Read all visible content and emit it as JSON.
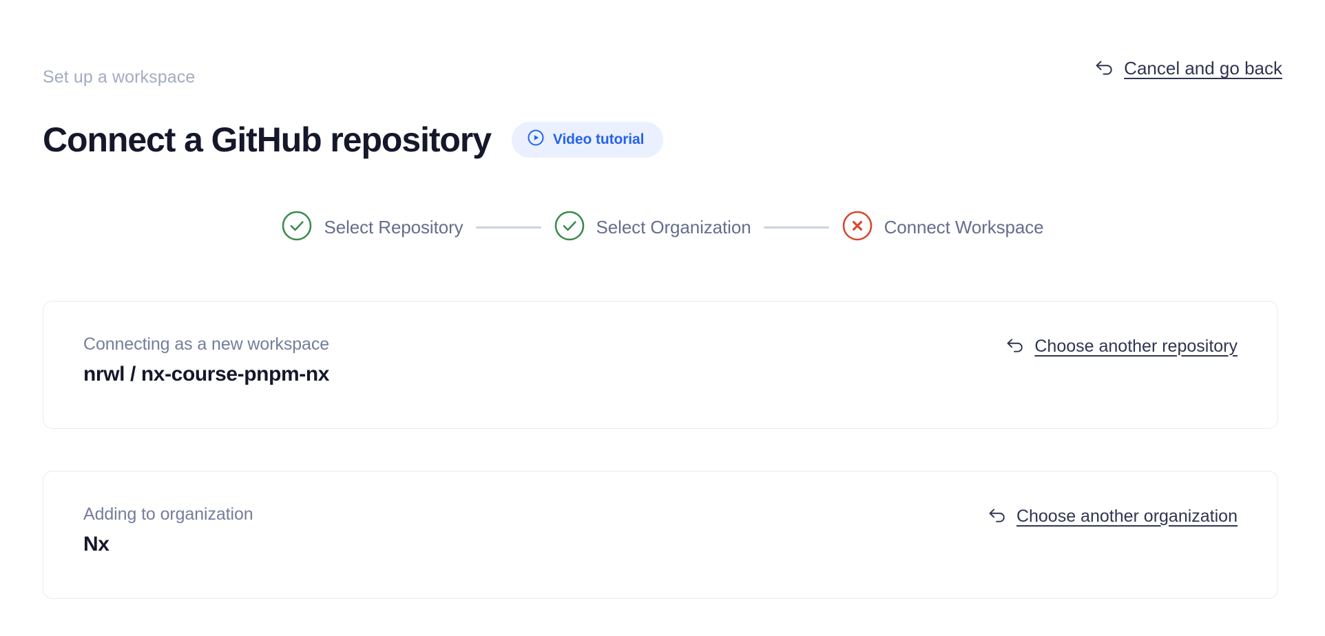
{
  "header": {
    "eyebrow": "Set up a workspace",
    "title": "Connect a GitHub repository",
    "video_tutorial_label": "Video tutorial",
    "cancel_label": "Cancel and go back"
  },
  "stepper": {
    "steps": [
      {
        "label": "Select Repository",
        "state": "complete"
      },
      {
        "label": "Select Organization",
        "state": "complete"
      },
      {
        "label": "Connect Workspace",
        "state": "error"
      }
    ]
  },
  "cards": {
    "repository": {
      "caption": "Connecting as a new workspace",
      "owner": "nrwl / ",
      "name": "nx-course-pnpm-nx",
      "link_label": "Choose another repository"
    },
    "organization": {
      "caption": "Adding to organization",
      "name": "Nx",
      "link_label": "Choose another organization"
    }
  },
  "colors": {
    "accent_blue": "#2563eb",
    "pill_bg": "#eaf0fe",
    "success_green": "#3d8a4e",
    "error_red": "#d9472c",
    "text_dark": "#15172b",
    "text_muted": "#646e8c",
    "eyebrow": "#a1acc3",
    "card_border": "#e8eaf1",
    "connector": "#ccd3e2"
  },
  "icons": {
    "play_circle": "play-circle-icon",
    "back_arrow": "back-arrow-icon",
    "check_circle": "check-circle-icon",
    "x_circle": "x-circle-icon"
  }
}
